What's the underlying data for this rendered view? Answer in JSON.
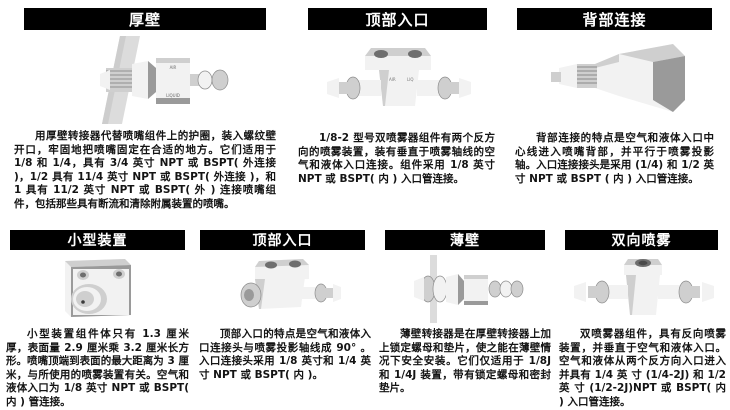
{
  "document": {
    "title": "喷嘴转接器产品目录",
    "background_color": "#ffffff",
    "header_bar_color": "#000000",
    "header_text_color": "#ffffff",
    "body_text_color": "#141414"
  },
  "panels": [
    {
      "id": "thick-wall",
      "heading": "厚壁",
      "image_name": "thick-wall-adapter-photo",
      "description": "用厚壁转接器代替喷嘴组件上的护圈，装入螺纹壁开口，牢固地把喷嘴固定在合适的地方。它们适用于 1/8 和 1/4，具有 3/4 英寸 NPT 或 BSPT( 外连接 )，1/2 具有 11/4 英寸 NPT 或 BSPT( 外连接 )，和 1 具有 11/2 英寸 NPT 或 BSPT( 外 ) 连接喷嘴组件，包括那些具有断流和清除附属装置的喷嘴。"
    },
    {
      "id": "top-inlet-upper",
      "heading": "顶部入口",
      "image_name": "top-inlet-dual-spray-photo",
      "description": "1/8-2 型号双喷雾器组件有两个反方向的喷雾装置，装有垂直于喷雾轴线的空气和液体入口连接。组件采用 1/8 英寸 NPT 或 BSPT( 内 ) 入口管连接。"
    },
    {
      "id": "back-connect",
      "heading": "背部连接",
      "image_name": "back-connection-nozzle-photo",
      "description": "背部连接的特点是空气和液体入口中心线进入喷嘴背部，并平行于喷雾投影轴。入口连接接头是采用 (1/4) 和 1/2 英寸 NPT 或 BSPT ( 内 ) 入口管连接。"
    },
    {
      "id": "compact-unit",
      "heading": "小型装置",
      "image_name": "compact-unit-photo",
      "description": "小型装置组件体只有 1.3 厘米厚，表面量 2.9 厘米乘 3.2 厘米长方形。喷嘴顶端到表面的最大距离为 3 厘米，与所使用的喷雾装置有关。空气和液体入口为 1/8 英寸 NPT 或 BSPT( 内 ) 管连接。"
    },
    {
      "id": "top-inlet-lower",
      "heading": "顶部入口",
      "image_name": "top-inlet-single-photo",
      "description": "顶部入口的特点是空气和液体入口连接头与喷雾投影轴线成 90° 。入口连接头采用 1/8 英寸和 1/4 英寸 NPT 或 BSPT( 内 )。"
    },
    {
      "id": "thin-wall",
      "heading": "薄壁",
      "image_name": "thin-wall-adapter-photo",
      "description": "薄壁转接器是在厚壁转接器上加上锁定螺母和垫片，使之能在薄壁情况下安全安装。它们仅适用于 1/8J 和 1/4J 装置，带有锁定螺母和密封垫片。"
    },
    {
      "id": "dual-spray",
      "heading": "双向喷雾",
      "image_name": "dual-spray-assembly-photo",
      "description": "双喷雾器组件，具有反向喷雾装置，并垂直于空气和液体入口。空气和液体从两个反方向入口进入并具有 1/4 英 寸 (1/4-2J) 和 1/2 英 寸 (1/2-2J)NPT 或 BSPT( 内 ) 入口管连接。"
    }
  ]
}
